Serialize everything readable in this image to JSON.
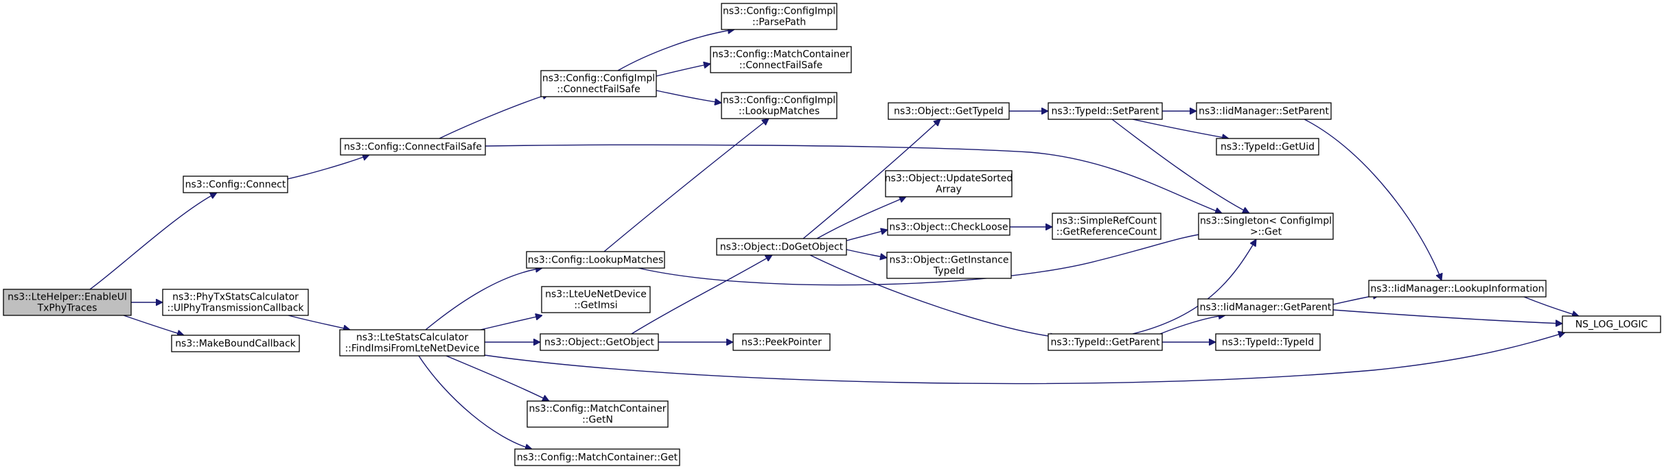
{
  "diagram": {
    "nodes": [
      {
        "id": "root",
        "lines": [
          "ns3::LteHelper::EnableUl",
          "TxPhyTraces"
        ],
        "root": true
      },
      {
        "id": "cfg_connect",
        "lines": [
          "ns3::Config::Connect"
        ]
      },
      {
        "id": "phy_ul_cb",
        "lines": [
          "ns3::PhyTxStatsCalculator",
          "::UlPhyTransmissionCallback"
        ]
      },
      {
        "id": "make_bound",
        "lines": [
          "ns3::MakeBoundCallback"
        ]
      },
      {
        "id": "cfg_connect_fs",
        "lines": [
          "ns3::Config::ConnectFailSafe"
        ]
      },
      {
        "id": "impl_connect_fs",
        "lines": [
          "ns3::Config::ConfigImpl",
          "::ConnectFailSafe"
        ]
      },
      {
        "id": "impl_parse",
        "lines": [
          "ns3::Config::ConfigImpl",
          "::ParsePath"
        ]
      },
      {
        "id": "mc_connect_fs",
        "lines": [
          "ns3::Config::MatchContainer",
          "::ConnectFailSafe"
        ]
      },
      {
        "id": "impl_lookup",
        "lines": [
          "ns3::Config::ConfigImpl",
          "::LookupMatches"
        ]
      },
      {
        "id": "find_imsi",
        "lines": [
          "ns3::LteStatsCalculator",
          "::FindImsiFromLteNetDevice"
        ]
      },
      {
        "id": "cfg_lookup",
        "lines": [
          "ns3::Config::LookupMatches"
        ]
      },
      {
        "id": "ue_get_imsi",
        "lines": [
          "ns3::LteUeNetDevice",
          "::GetImsi"
        ]
      },
      {
        "id": "obj_get_object",
        "lines": [
          "ns3::Object::GetObject"
        ]
      },
      {
        "id": "mc_getn",
        "lines": [
          "ns3::Config::MatchContainer",
          "::GetN"
        ]
      },
      {
        "id": "mc_get",
        "lines": [
          "ns3::Config::MatchContainer::Get"
        ]
      },
      {
        "id": "obj_do_get",
        "lines": [
          "ns3::Object::DoGetObject"
        ]
      },
      {
        "id": "peek_pointer",
        "lines": [
          "ns3::PeekPointer"
        ]
      },
      {
        "id": "obj_get_typeid",
        "lines": [
          "ns3::Object::GetTypeId"
        ]
      },
      {
        "id": "obj_update_sorted",
        "lines": [
          "ns3::Object::UpdateSorted",
          "Array"
        ]
      },
      {
        "id": "obj_check_loose",
        "lines": [
          "ns3::Object::CheckLoose"
        ]
      },
      {
        "id": "obj_get_instance",
        "lines": [
          "ns3::Object::GetInstance",
          "TypeId"
        ]
      },
      {
        "id": "simple_refcount",
        "lines": [
          "ns3::SimpleRefCount",
          "::GetReferenceCount"
        ]
      },
      {
        "id": "typeid_setparent",
        "lines": [
          "ns3::TypeId::SetParent"
        ]
      },
      {
        "id": "typeid_getparent",
        "lines": [
          "ns3::TypeId::GetParent"
        ]
      },
      {
        "id": "iid_setparent",
        "lines": [
          "ns3::IidManager::SetParent"
        ]
      },
      {
        "id": "typeid_getuid",
        "lines": [
          "ns3::TypeId::GetUid"
        ]
      },
      {
        "id": "singleton_get",
        "lines": [
          "ns3::Singleton< ConfigImpl",
          " >::Get"
        ]
      },
      {
        "id": "iid_getparent",
        "lines": [
          "ns3::IidManager::GetParent"
        ]
      },
      {
        "id": "typeid_typeid",
        "lines": [
          "ns3::TypeId::TypeId"
        ]
      },
      {
        "id": "iid_lookup_info",
        "lines": [
          "ns3::IidManager::LookupInformation"
        ]
      },
      {
        "id": "ns_log_logic",
        "lines": [
          "NS_LOG_LOGIC"
        ]
      }
    ],
    "edges": [
      [
        "root",
        "cfg_connect"
      ],
      [
        "root",
        "phy_ul_cb"
      ],
      [
        "root",
        "make_bound"
      ],
      [
        "cfg_connect",
        "cfg_connect_fs"
      ],
      [
        "cfg_connect_fs",
        "impl_connect_fs"
      ],
      [
        "cfg_connect_fs",
        "singleton_get"
      ],
      [
        "impl_connect_fs",
        "impl_parse"
      ],
      [
        "impl_connect_fs",
        "mc_connect_fs"
      ],
      [
        "impl_connect_fs",
        "impl_lookup"
      ],
      [
        "phy_ul_cb",
        "find_imsi"
      ],
      [
        "find_imsi",
        "cfg_lookup"
      ],
      [
        "find_imsi",
        "ue_get_imsi"
      ],
      [
        "find_imsi",
        "obj_get_object"
      ],
      [
        "find_imsi",
        "mc_getn"
      ],
      [
        "find_imsi",
        "mc_get"
      ],
      [
        "find_imsi",
        "ns_log_logic"
      ],
      [
        "cfg_lookup",
        "impl_lookup"
      ],
      [
        "cfg_lookup",
        "singleton_get"
      ],
      [
        "obj_get_object",
        "obj_do_get"
      ],
      [
        "obj_get_object",
        "peek_pointer"
      ],
      [
        "obj_do_get",
        "obj_get_typeid"
      ],
      [
        "obj_do_get",
        "obj_update_sorted"
      ],
      [
        "obj_do_get",
        "obj_check_loose"
      ],
      [
        "obj_do_get",
        "obj_get_instance"
      ],
      [
        "obj_do_get",
        "typeid_getparent"
      ],
      [
        "obj_check_loose",
        "simple_refcount"
      ],
      [
        "obj_get_typeid",
        "typeid_setparent"
      ],
      [
        "typeid_setparent",
        "iid_setparent"
      ],
      [
        "typeid_setparent",
        "typeid_getuid"
      ],
      [
        "typeid_setparent",
        "singleton_get"
      ],
      [
        "iid_setparent",
        "iid_lookup_info"
      ],
      [
        "typeid_getparent",
        "singleton_get"
      ],
      [
        "typeid_getparent",
        "iid_getparent"
      ],
      [
        "typeid_getparent",
        "typeid_typeid"
      ],
      [
        "iid_getparent",
        "iid_lookup_info"
      ],
      [
        "iid_getparent",
        "ns_log_logic"
      ],
      [
        "iid_lookup_info",
        "ns_log_logic"
      ]
    ]
  }
}
